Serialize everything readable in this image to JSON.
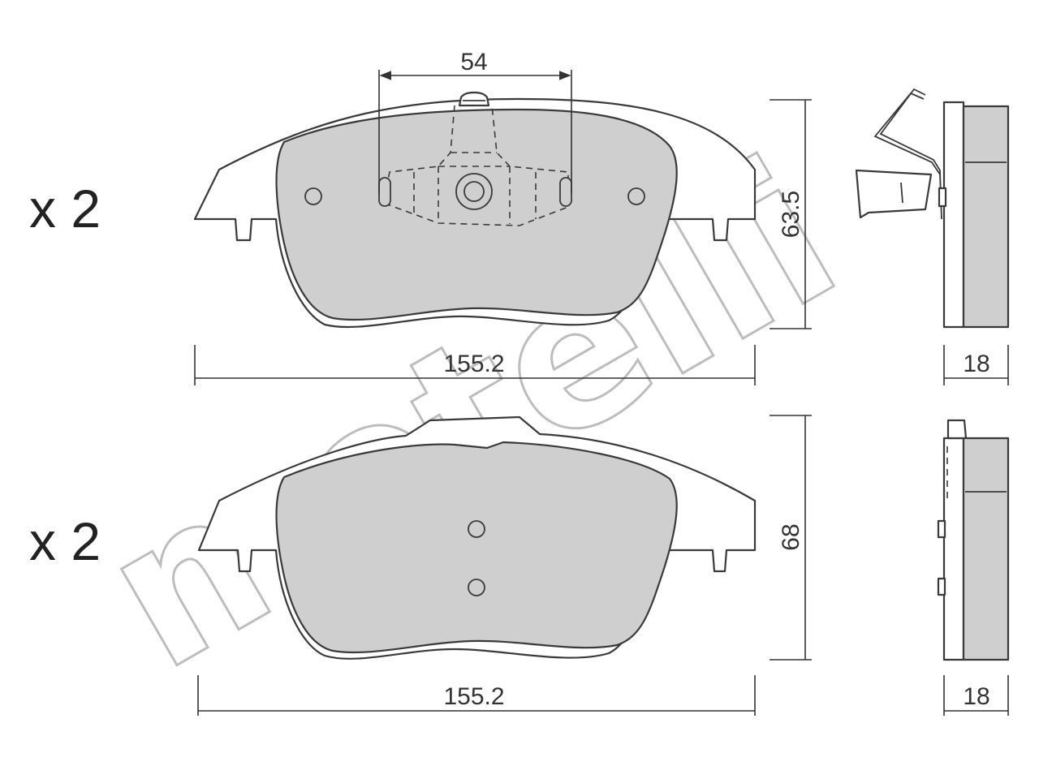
{
  "watermark": {
    "text": "metelli"
  },
  "top_pad": {
    "quantity": "x 2",
    "dim_width": "155.2",
    "dim_height": "63.5",
    "dim_sensor": "54",
    "dim_thickness": "18"
  },
  "bottom_pad": {
    "quantity": "x 2",
    "dim_width": "155.2",
    "dim_height": "68",
    "dim_thickness": "18"
  },
  "colors": {
    "friction": "#cfcfcf",
    "line": "#3a3a3a",
    "watermark": "#bdbdbd"
  }
}
